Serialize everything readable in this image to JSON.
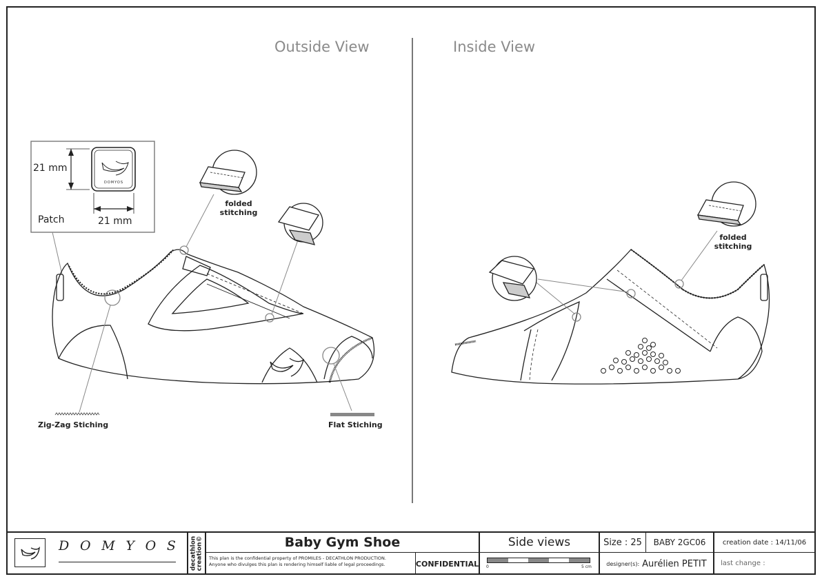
{
  "views": {
    "outside": "Outside View",
    "inside": "Inside View"
  },
  "patch": {
    "label": "Patch",
    "height_label": "21 mm",
    "width_label": "21 mm",
    "logo_text": "DOMYOS"
  },
  "callouts": {
    "folded_stitching_outside": [
      "folded",
      "stitching"
    ],
    "folded_stitching_inside": [
      "folded",
      "stitching"
    ],
    "zigzag": "Zig-Zag Stiching",
    "flat": "Flat Stiching"
  },
  "title_block": {
    "brand": "DOMYOS",
    "brand_letters": [
      "D",
      "O",
      "M",
      "Y",
      "O",
      "S"
    ],
    "decathlon_line1": "decathlon",
    "decathlon_line2": "creation©",
    "product_name": "Baby Gym Shoe",
    "notice_line1": "This plan is the confidential property of PROMILES - DECATHLON PRODUCTION.",
    "notice_line2": "Anyone who divulges this plan is rendering himself liable of legal proceedings.",
    "confidential": "CONFIDENTIAL",
    "view_type": "Side views",
    "scale_start": "0",
    "scale_end": "5 cm",
    "size": "Size : 25",
    "reference": "BABY 2GC06",
    "creation_date": "creation date : 14/11/06",
    "designer_label": "designer(s):",
    "designer_name": "Aurélien PETIT",
    "last_change": "last change :"
  },
  "colors": {
    "line": "#222222",
    "view_title": "#8a8a8a",
    "leader": "#888888"
  }
}
